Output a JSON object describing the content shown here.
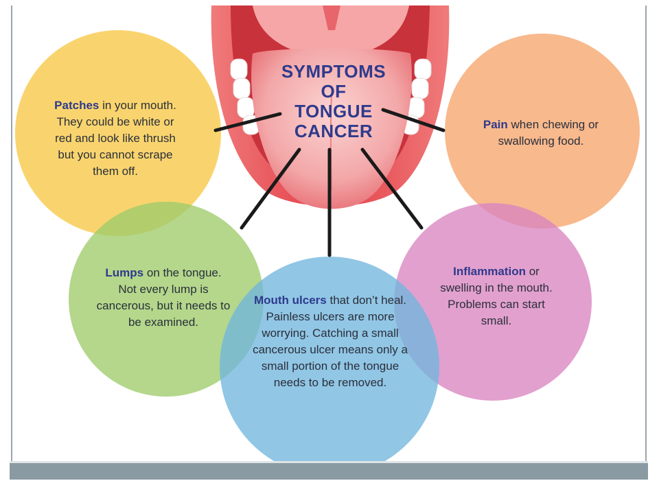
{
  "title": {
    "line1": "SYMPTOMS",
    "line2": "OF",
    "line3": "TONGUE",
    "line4": "CANCER"
  },
  "bubbles": {
    "patches": {
      "lead": "Patches",
      "rest": " in your mouth. They could be white or red and look like thrush but you cannot scrape them off.",
      "color": "#f8cc55"
    },
    "pain": {
      "lead": "Pain",
      "rest": " when chewing or swallowing food.",
      "color": "#f6a771"
    },
    "lumps": {
      "lead": "Lumps",
      "rest": " on the tongue. Not every lump is cancerous, but it needs to be examined.",
      "color": "#9fcc6a"
    },
    "ulcers": {
      "lead": "Mouth ulcers",
      "rest": " that don’t heal. Painless ulcers are more worrying. Catching a small cancerous ulcer means only a small portion of the tongue needs to be removed.",
      "color": "#72b6de"
    },
    "inflammation": {
      "lead": "Inflammation",
      "rest": " or swelling in the mouth. Problems can start small.",
      "color": "#da85c0"
    }
  },
  "colors": {
    "title": "#2e3a8c",
    "mouth": "#d9434a",
    "tongue": "#f08a8e",
    "connector": "#1a1a1a"
  }
}
